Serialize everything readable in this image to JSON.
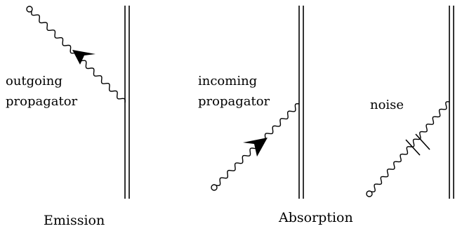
{
  "panels": [
    {
      "label_line1": "outgoing",
      "label_line2": "propagator",
      "caption": "Emission"
    },
    {
      "label_line1": "incoming",
      "label_line2": "propagator",
      "caption": "Absorption"
    },
    {
      "label_line1": "noise",
      "label_line2": "",
      "caption": ""
    }
  ]
}
